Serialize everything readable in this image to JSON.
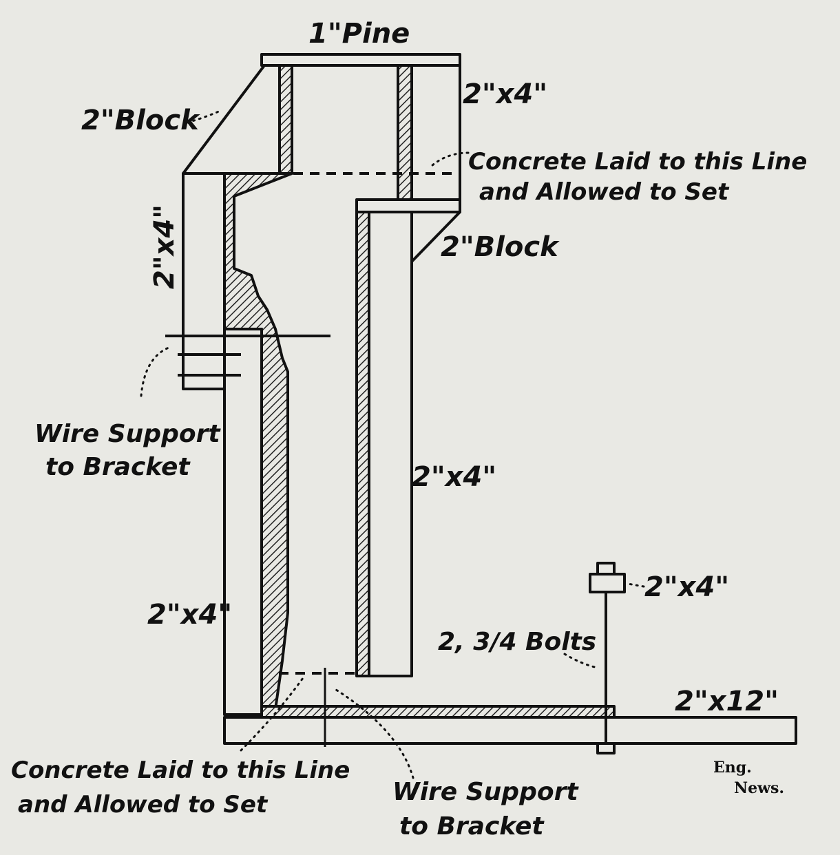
{
  "labels": {
    "top_pine": "1\"Pine",
    "top_right_stud": "2\"x4\"",
    "top_left_block": "2\"Block",
    "left_stud": "2\"x4\"",
    "concrete_upper_1": "Concrete Laid to this Line",
    "concrete_upper_2": "and Allowed to Set",
    "right_block": "2\"Block",
    "wire_support_left_1": "Wire Support",
    "wire_support_left_2": "to Bracket",
    "center_stud": "2\"x4\"",
    "bottom_left_stud": "2\"x4\"",
    "bolt_cap": "2\"x4\"",
    "bolts": "2, 3/4 Bolts",
    "base_plank": "2\"x12\"",
    "concrete_lower_1": "Concrete Laid to this Line",
    "concrete_lower_2": "and Allowed to Set",
    "wire_support_bottom_1": "Wire Support",
    "wire_support_bottom_2": "to Bracket",
    "credit_1": "Eng.",
    "credit_2": "News."
  }
}
